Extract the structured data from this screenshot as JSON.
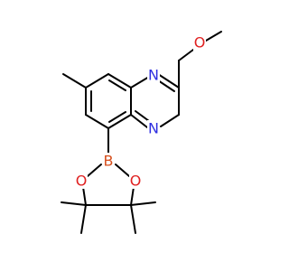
{
  "molecule": {
    "atom_labels": {
      "n1": "N",
      "n2": "N",
      "o_ether": "O",
      "b": "B",
      "o_ring1": "O",
      "o_ring2": "O"
    },
    "colors": {
      "nitrogen": "#2f2fe0",
      "oxygen": "#e02020",
      "boron": "#d64e1b",
      "bond": "#000000"
    }
  }
}
